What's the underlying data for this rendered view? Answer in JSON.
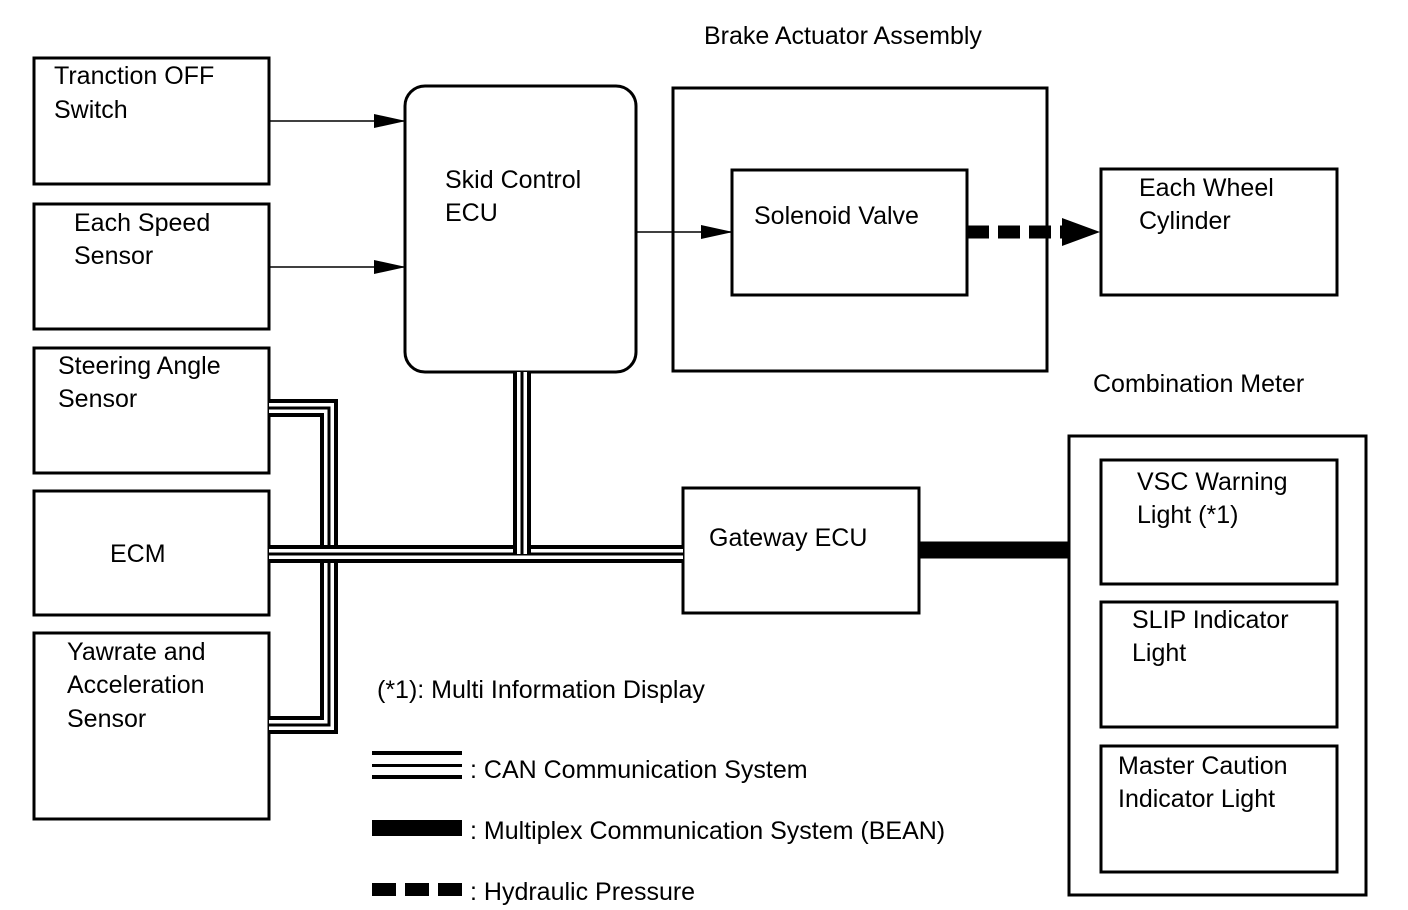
{
  "colors": {
    "line": "#000000",
    "background": "#ffffff"
  },
  "boxes": {
    "traction_switch": [
      "Tranction OFF",
      "Switch"
    ],
    "speed_sensor": [
      "Each Speed",
      "Sensor"
    ],
    "steering_sensor": [
      "Steering Angle",
      "Sensor"
    ],
    "ecm": [
      "ECM"
    ],
    "yawrate_sensor": [
      "Yawrate and",
      "Acceleration",
      "Sensor"
    ],
    "skid_ecu": [
      "Skid Control",
      "ECU"
    ],
    "solenoid_valve": [
      "Solenoid Valve"
    ],
    "wheel_cylinder": [
      "Each Wheel",
      "Cylinder"
    ],
    "gateway_ecu": [
      "Gateway ECU"
    ],
    "vsc_light": [
      "VSC Warning",
      "Light (*1)"
    ],
    "slip_light": [
      "SLIP Indicator",
      "Light"
    ],
    "master_light": [
      "Master Caution",
      "Indicator Light"
    ]
  },
  "group_titles": {
    "brake_actuator": "Brake Actuator Assembly",
    "combination_meter": "Combination Meter"
  },
  "footnote": "(*1): Multi Information Display",
  "legend": {
    "can": ": CAN Communication System",
    "bean": ": Multiplex Communication System (BEAN)",
    "hydraulic": ": Hydraulic Pressure"
  }
}
